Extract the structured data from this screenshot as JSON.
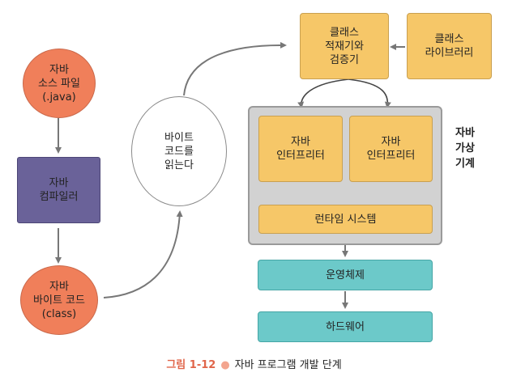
{
  "nodes": {
    "java_source": [
      "자바",
      "소스 파일",
      "(.java)"
    ],
    "java_compiler": [
      "자바",
      "컴파일러"
    ],
    "bytecode": [
      "자바",
      "바이트 코드",
      "(class)"
    ],
    "read_bytecode": [
      "바이트",
      "코드를",
      "읽는다"
    ],
    "class_loader": [
      "클래스",
      "적재기와",
      "검증기"
    ],
    "class_library": [
      "클래스",
      "라이브러리"
    ],
    "interpreter_left": [
      "자바",
      "인터프리터"
    ],
    "interpreter_right": [
      "자바",
      "인터프리터"
    ],
    "runtime_system": "런타임 시스템",
    "operating_system": "운영체제",
    "hardware": "하드웨어"
  },
  "jvm_label": [
    "자바",
    "가상",
    "기계"
  ],
  "caption": {
    "label": "그림 1-12",
    "text": "자바 프로그램 개발 단계"
  },
  "colors": {
    "orange": "#f07f5a",
    "purple": "#6a6299",
    "yellow": "#f6c768",
    "teal": "#6cc9c9",
    "gray": "#d2d2d2",
    "caption_accent": "#e0654a"
  }
}
